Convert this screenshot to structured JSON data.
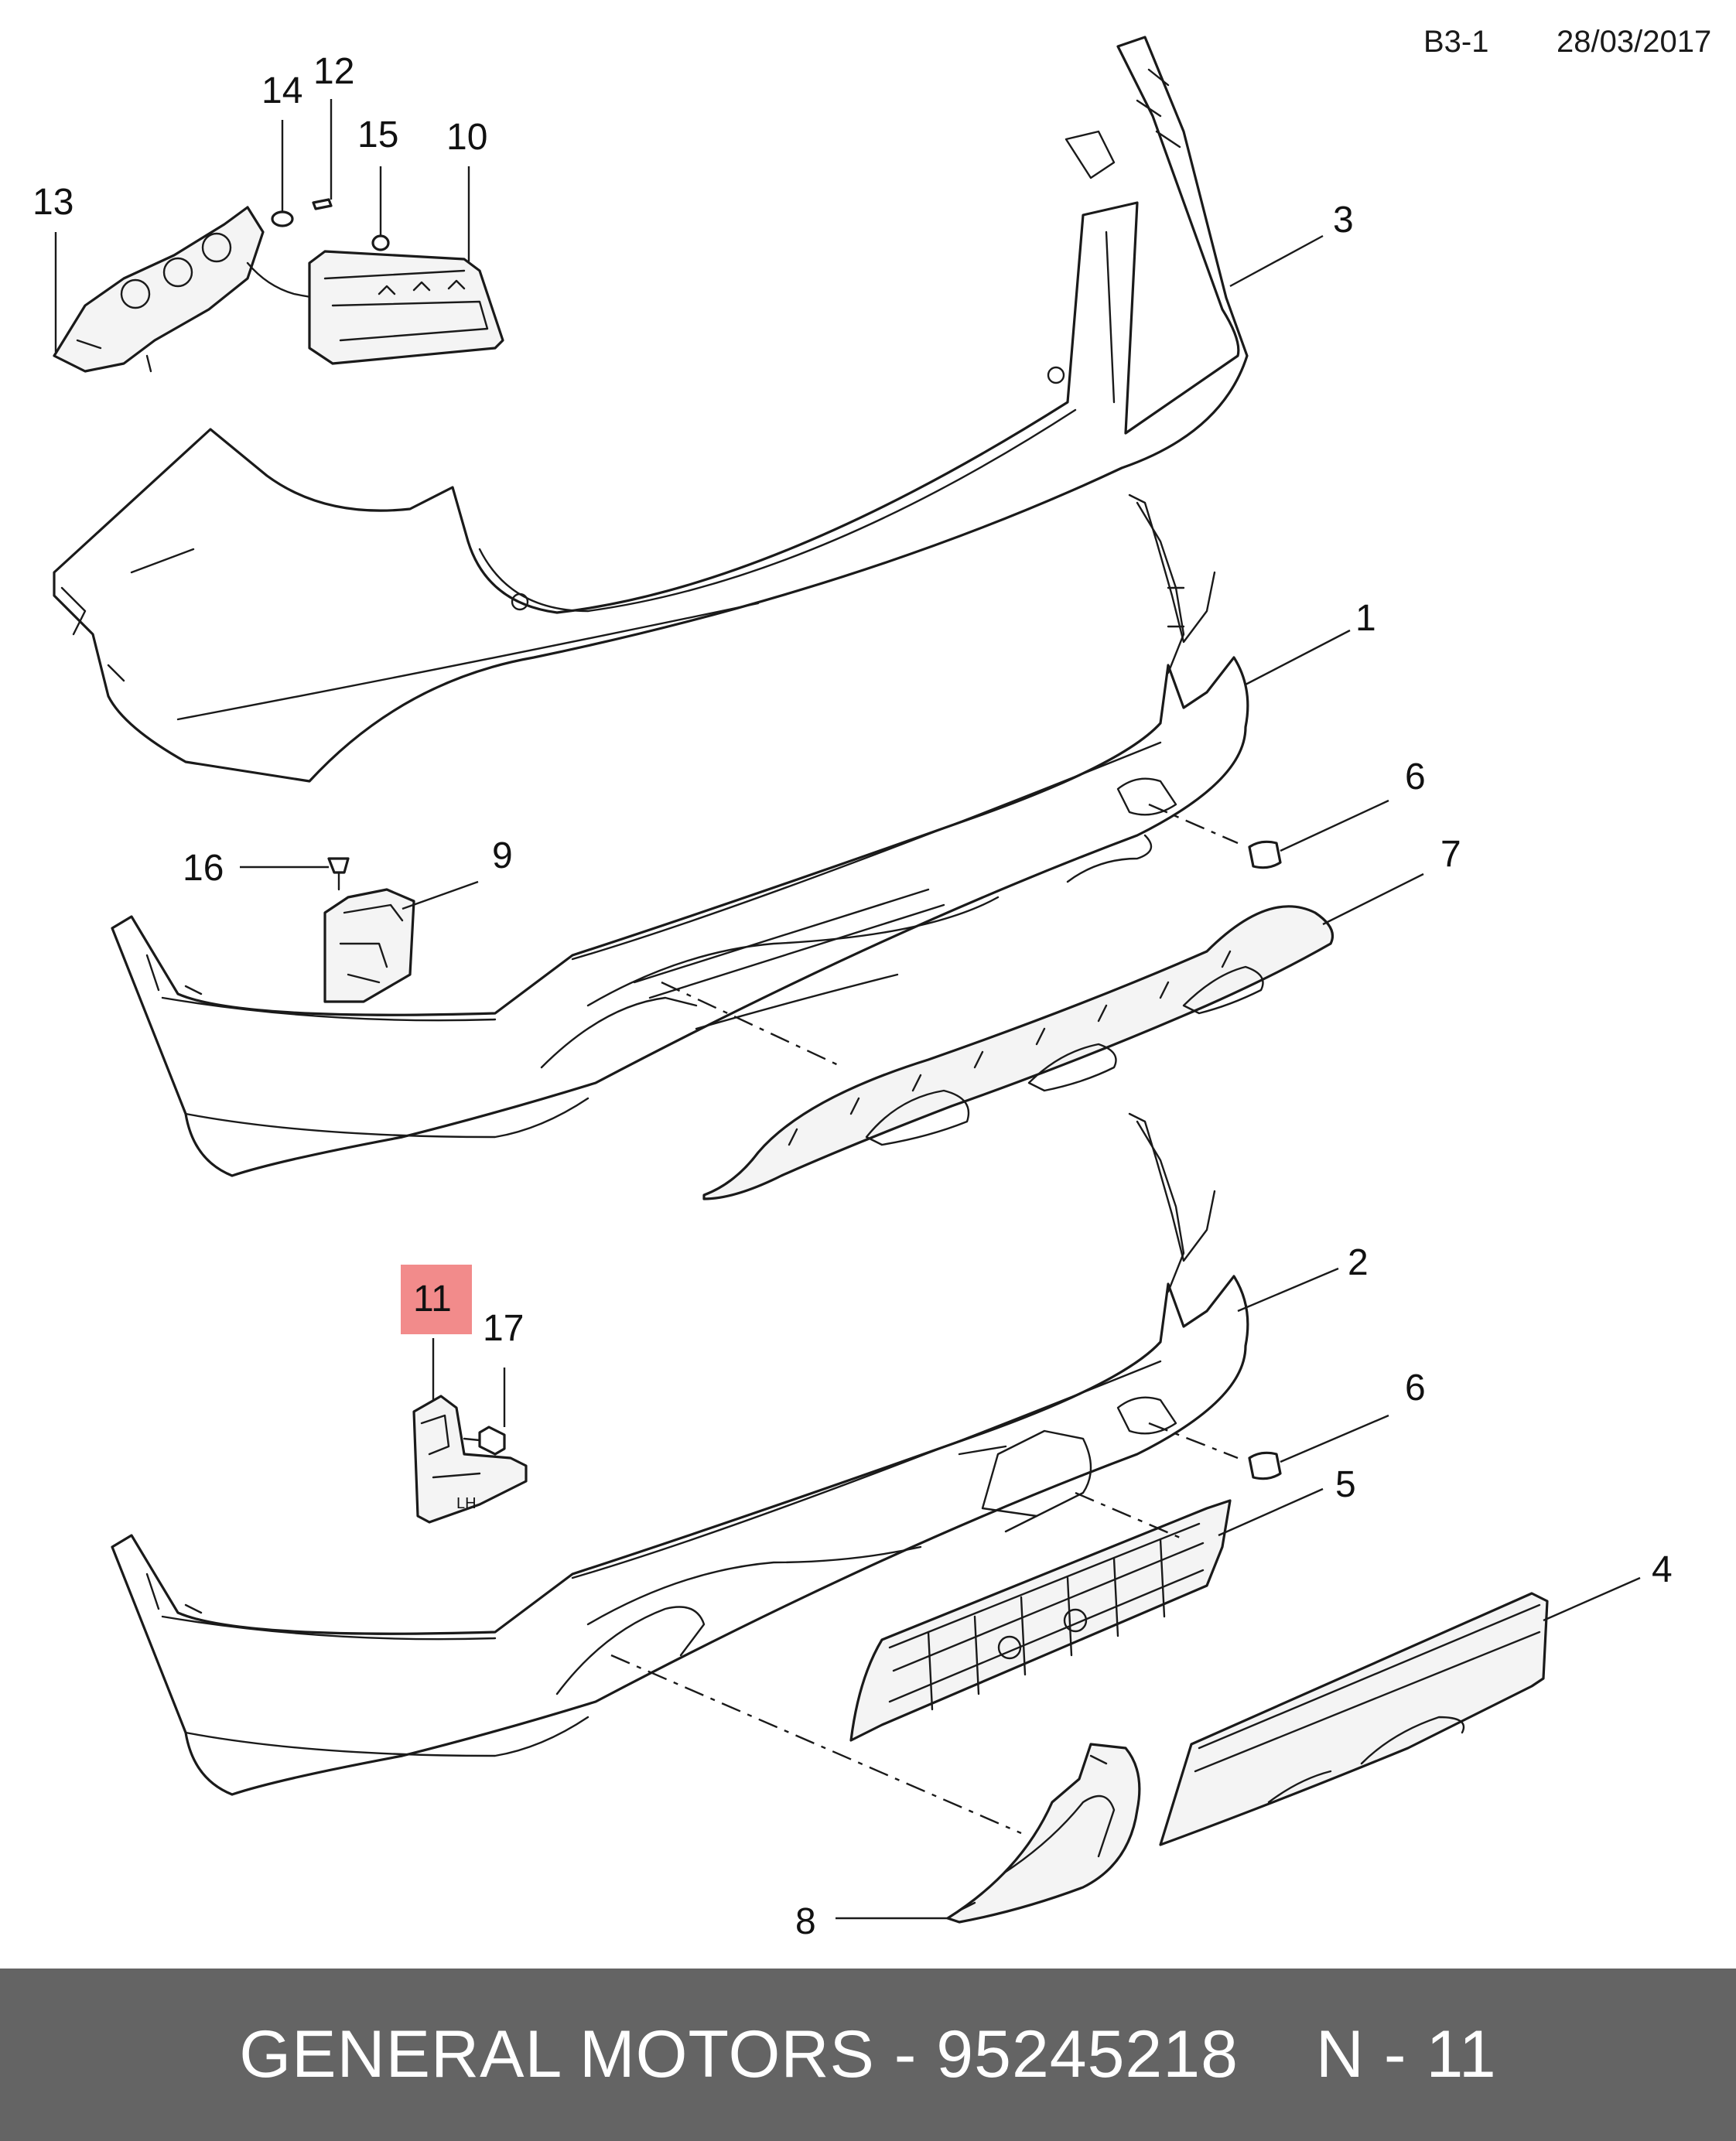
{
  "header": {
    "code": "B3-1",
    "date": "28/03/2017"
  },
  "callouts": {
    "c1": "1",
    "c2": "2",
    "c3": "3",
    "c4": "4",
    "c5": "5",
    "c6a": "6",
    "c6b": "6",
    "c7": "7",
    "c8": "8",
    "c9": "9",
    "c10": "10",
    "c11": "11",
    "c12": "12",
    "c13": "13",
    "c14": "14",
    "c15": "15",
    "c16": "16",
    "c17": "17"
  },
  "highlight_color": "#f28b8b",
  "bracket_mark": "LH",
  "footer": {
    "part_text": "GENERAL MOTORS - 95245218",
    "position_text": "N - 11"
  }
}
